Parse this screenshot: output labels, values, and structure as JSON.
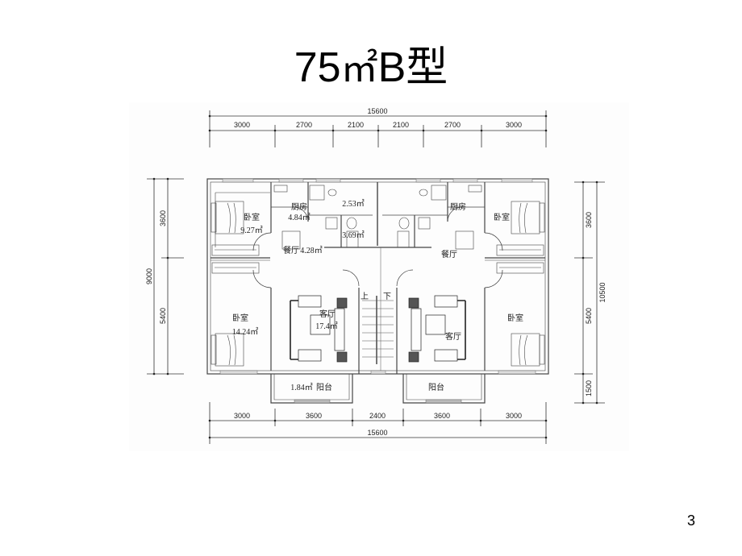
{
  "slide": {
    "title": {
      "number": "75",
      "unit": "㎡",
      "type": "B型"
    },
    "page_number": "3"
  },
  "plan": {
    "top_dimensions": {
      "total": "15600",
      "segments": [
        "3000",
        "2700",
        "2100",
        "2100",
        "2700",
        "3000"
      ]
    },
    "bottom_dimensions": {
      "total": "15600",
      "segments": [
        "3000",
        "3600",
        "2400",
        "3600",
        "3000"
      ]
    },
    "left_dimensions": {
      "total": "9000",
      "segments": [
        "3600",
        "5400"
      ]
    },
    "right_dimensions": {
      "total": "10500",
      "segments": [
        "3600",
        "5400",
        "1500"
      ]
    },
    "rooms_left_unit": {
      "bedroom_north": {
        "label": "卧室",
        "area": "9.27㎡"
      },
      "kitchen": {
        "label": "厨房",
        "area": "4.84㎡"
      },
      "bathroom": {
        "area": "2.53㎡"
      },
      "dining": {
        "label": "餐厅",
        "area": "4.28㎡"
      },
      "hall": {
        "area": "3.69㎡"
      },
      "bedroom_south": {
        "label": "卧室",
        "area": "14.24㎡"
      },
      "living": {
        "label": "客厅",
        "area": "17.4㎡"
      },
      "balcony": {
        "label": "阳台",
        "area": "1.84㎡"
      }
    },
    "rooms_right_unit": {
      "bedroom_north": {
        "label": "卧室"
      },
      "kitchen": {
        "label": "厨房"
      },
      "dining": {
        "label": "餐厅"
      },
      "bedroom_south": {
        "label": "卧室"
      },
      "living": {
        "label": "客厅"
      },
      "balcony": {
        "label": "阳台"
      }
    },
    "stairs": {
      "up_label": "上",
      "down_label": "下"
    }
  }
}
